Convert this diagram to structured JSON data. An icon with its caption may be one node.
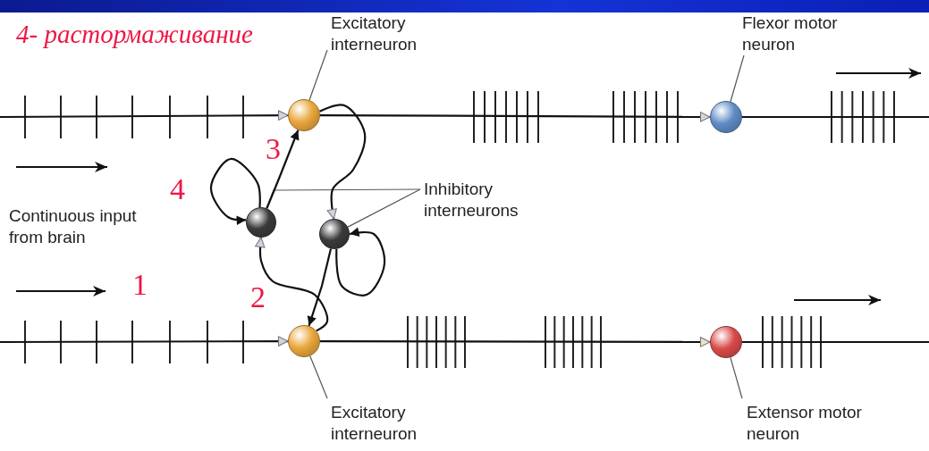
{
  "diagram": {
    "nodes": [
      {
        "text": [
          "Excitatory interneuron"
        ]
      },
      {
        "text": [
          "Flexor motor neuron"
        ]
      },
      {
        "text": [],
        "shape": "circle"
      },
      {
        "text": [],
        "shape": "circle"
      },
      {
        "text": [
          "Inhibitory interneurons"
        ]
      },
      {
        "text": [],
        "shape": "circle"
      },
      {
        "text": [],
        "shape": "circle"
      },
      {
        "text": [],
        "shape": "circle"
      },
      {
        "text": [],
        "shape": "circle"
      },
      {
        "text": [
          "Excitatory interneuron"
        ]
      },
      {
        "text": [
          "Extensor motor neuron"
        ]
      }
    ],
    "edges": [
      {
        "from": null,
        "to": 2,
        "arrow": "to"
      },
      {
        "from": 2,
        "to": 3,
        "arrow": "to"
      },
      {
        "from": 3,
        "to": null,
        "arrow": "none"
      },
      {
        "from": null,
        "to": 7,
        "arrow": "to"
      },
      {
        "from": 7,
        "to": 8,
        "arrow": "to"
      },
      {
        "from": 8,
        "to": null,
        "arrow": "none"
      },
      {
        "from": 2,
        "to": 6,
        "arrow": "to"
      },
      {
        "from": 5,
        "to": 2,
        "arrow": "to"
      },
      {
        "from": 5,
        "to": 5,
        "arrow": "to"
      },
      {
        "from": 7,
        "to": 5,
        "arrow": "to"
      },
      {
        "from": 6,
        "to": 7,
        "arrow": "to"
      },
      {
        "from": 6,
        "to": 6,
        "arrow": "to"
      },
      {
        "from": 0,
        "to": 2,
        "arrow": "none"
      },
      {
        "from": 1,
        "to": 3,
        "arrow": "none"
      },
      {
        "from": 4,
        "to": 5,
        "arrow": "none"
      },
      {
        "from": 4,
        "to": 6,
        "arrow": "none"
      },
      {
        "from": 9,
        "to": 7,
        "arrow": "none"
      },
      {
        "from": 10,
        "to": 8,
        "arrow": "none"
      }
    ],
    "labels": [
      "4- растормаживание",
      "3",
      "4",
      "Continuous input from brain",
      "1",
      "2"
    ]
  }
}
